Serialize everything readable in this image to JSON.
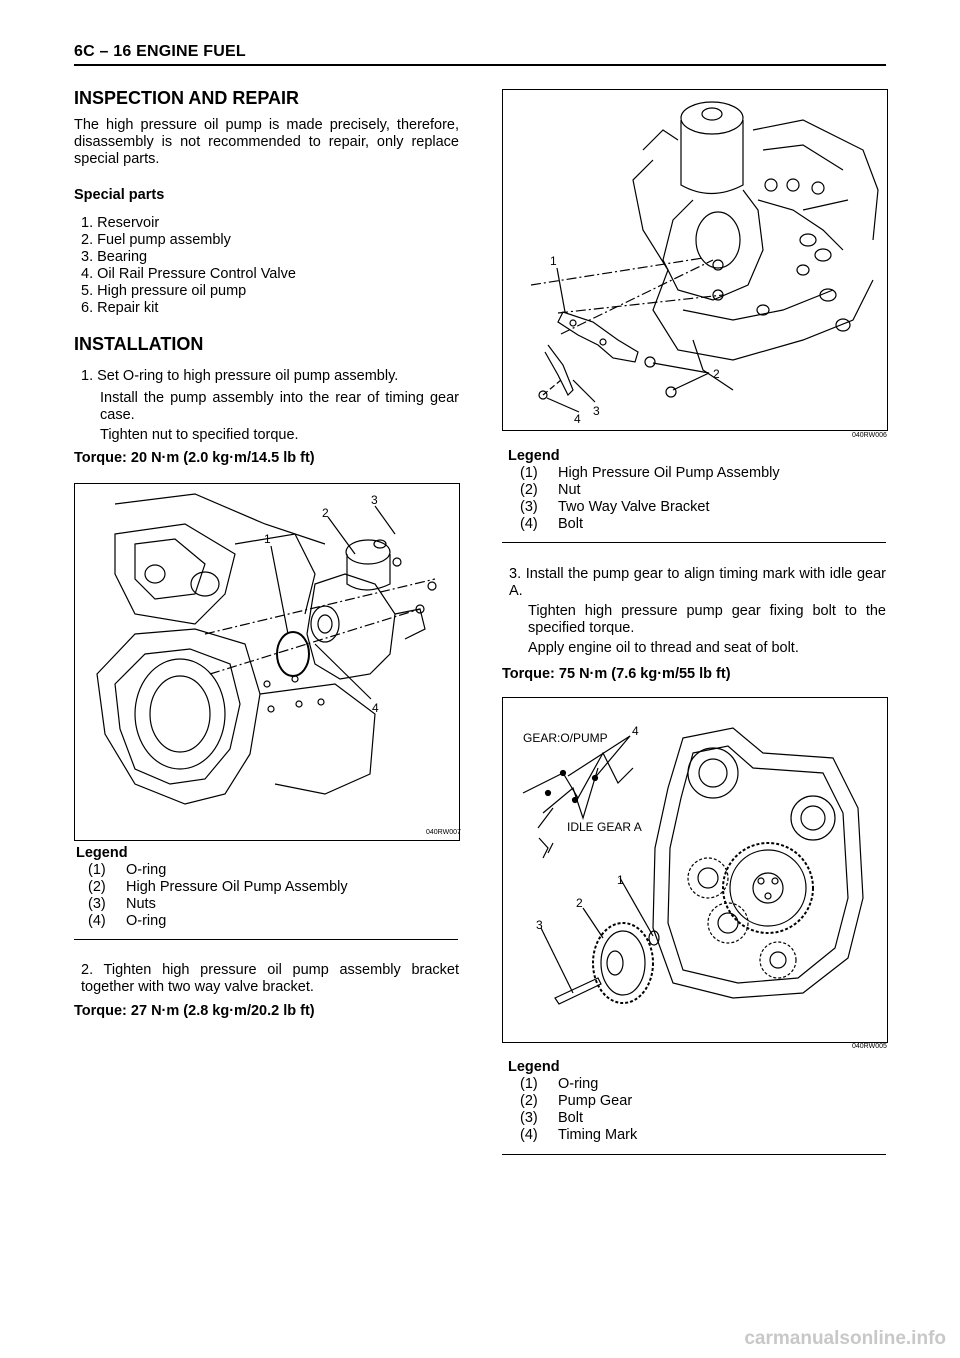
{
  "header": {
    "title": "6C – 16  ENGINE FUEL"
  },
  "inspection": {
    "heading": "INSPECTION AND REPAIR",
    "paragraph": "The high pressure oil pump is made precisely, therefore, disassembly is not recommended to repair, only replace special parts.",
    "special_parts_title": "Special parts",
    "special_parts": [
      "1. Reservoir",
      "2. Fuel pump assembly",
      "3. Bearing",
      "4. Oil Rail Pressure Control Valve",
      "5. High pressure oil pump",
      "6. Repair kit"
    ]
  },
  "installation": {
    "heading": "INSTALLATION",
    "step1": "1. Set O-ring to high pressure oil pump assembly.",
    "step1_sub1": "Install the pump assembly into the rear of timing gear case.",
    "step1_sub2": "Tighten nut to specified torque.",
    "torque1": "Torque: 20 N·m (2.0 kg·m/14.5 lb ft)",
    "step2": "2. Tighten high pressure oil pump assembly bracket together with two way valve bracket.",
    "torque2": "Torque: 27 N·m (2.8 kg·m/20.2 lb ft)",
    "step3": "3. Install the pump gear to align timing mark with idle gear A.",
    "step3_sub1": "Tighten high pressure pump gear fixing bolt to the specified torque.",
    "step3_sub2": "Apply engine oil to thread and seat of bolt.",
    "torque3": "Torque: 75 N·m (7.6 kg·m/55 lb ft)"
  },
  "figures": {
    "fig1": {
      "code": "040RW007",
      "callouts": [
        "1",
        "2",
        "3",
        "4"
      ],
      "legend_title": "Legend",
      "legend": [
        {
          "num": "(1)",
          "text": "O-ring"
        },
        {
          "num": "(2)",
          "text": "High Pressure Oil Pump Assembly"
        },
        {
          "num": "(3)",
          "text": "Nuts"
        },
        {
          "num": "(4)",
          "text": "O-ring"
        }
      ]
    },
    "fig2": {
      "code": "040RW006",
      "callouts": [
        "1",
        "2",
        "3",
        "4"
      ],
      "legend_title": "Legend",
      "legend": [
        {
          "num": "(1)",
          "text": "High Pressure Oil Pump Assembly"
        },
        {
          "num": "(2)",
          "text": "Nut"
        },
        {
          "num": "(3)",
          "text": "Two Way Valve Bracket"
        },
        {
          "num": "(4)",
          "text": "Bolt"
        }
      ]
    },
    "fig3": {
      "code": "040RW005",
      "callouts": [
        "1",
        "2",
        "3",
        "4"
      ],
      "label_gear": "GEAR:O/PUMP",
      "label_idle": "IDLE GEAR A",
      "legend_title": "Legend",
      "legend": [
        {
          "num": "(1)",
          "text": "O-ring"
        },
        {
          "num": "(2)",
          "text": "Pump Gear"
        },
        {
          "num": "(3)",
          "text": "Bolt"
        },
        {
          "num": "(4)",
          "text": "Timing Mark"
        }
      ]
    }
  },
  "watermark": "carmanualsonline.info"
}
